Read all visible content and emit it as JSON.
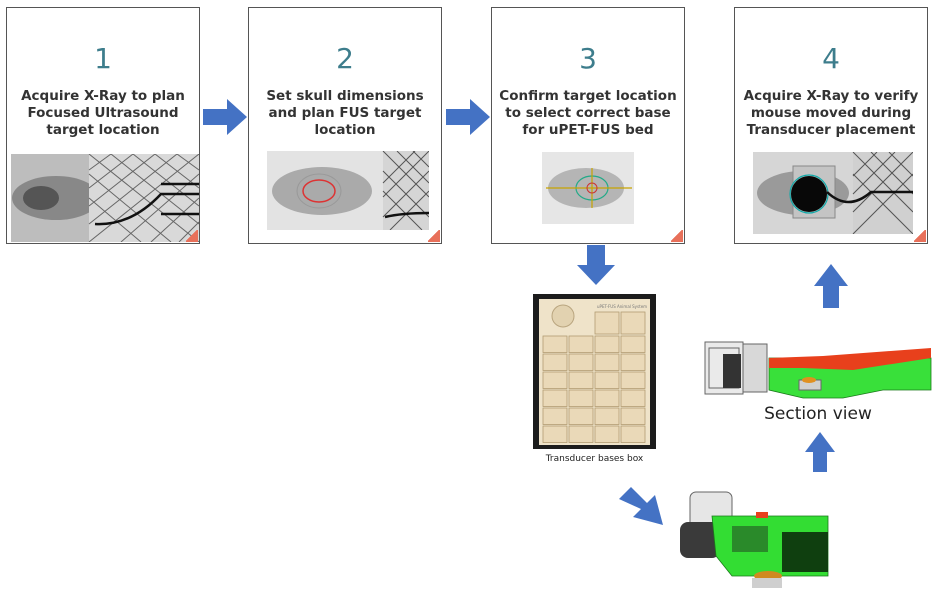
{
  "steps": [
    {
      "number": "1",
      "text": "Acquire X-Ray to plan Focused Ultrasound target location"
    },
    {
      "number": "2",
      "text": "Set skull dimensions and plan FUS target location"
    },
    {
      "number": "3",
      "text": "Confirm target location to select correct base for uPET-FUS bed"
    },
    {
      "number": "4",
      "text": "Acquire X-Ray to verify mouse moved during Transducer placement"
    }
  ],
  "box": {
    "caption": "Transducer bases box",
    "label": "uPET-FUS Animal System"
  },
  "section": {
    "caption": "Section view"
  },
  "colors": {
    "arrow": "#4472c4",
    "number": "#3d7d8c",
    "green": "#2ecc40",
    "red": "#e0401a"
  }
}
